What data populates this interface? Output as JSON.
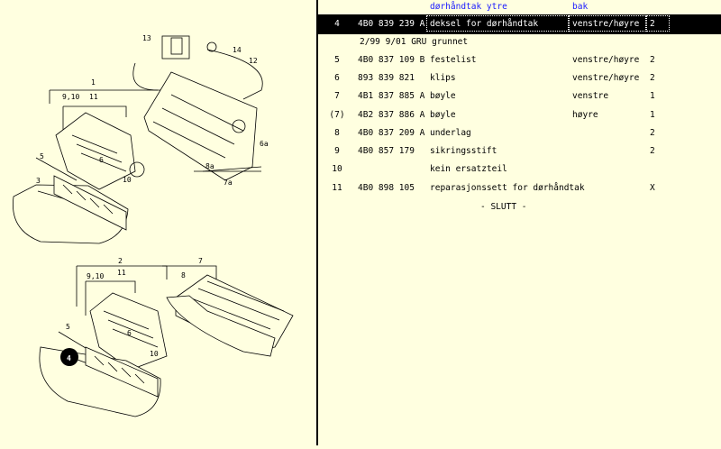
{
  "diagram": {
    "callouts": {
      "c1": "1",
      "c2": "2",
      "c3": "3",
      "c4": "4",
      "c5a": "5",
      "c5b": "5",
      "c6a": "6",
      "c6b": "6",
      "c6a_label": "6a",
      "c7": "7",
      "c7a": "7a",
      "c8": "8",
      "c8a": "8a",
      "c910a": "9,10",
      "c910b": "9,10",
      "c10a": "10",
      "c10b": "10",
      "c11a": "11",
      "c11b": "11",
      "c12": "12",
      "c13": "13",
      "c14": "14"
    }
  },
  "header": {
    "title": "dørhåndtak ytre",
    "remark": "bak"
  },
  "rows": [
    {
      "pos": "4",
      "num": "4B0 839 239 A",
      "desc": "deksel for dørhåndtak",
      "rem": "venstre/høyre",
      "qty": "2"
    },
    {
      "pos": "5",
      "num": "4B0 837 109 B",
      "desc": "festelist",
      "rem": "venstre/høyre",
      "qty": "2"
    },
    {
      "pos": "6",
      "num": "893 839 821",
      "desc": "klips",
      "rem": "venstre/høyre",
      "qty": "2"
    },
    {
      "pos": "7",
      "num": "4B1 837 885 A",
      "desc": "bøyle",
      "rem": "venstre",
      "qty": "1"
    },
    {
      "pos": "(7)",
      "num": "4B2 837 886 A",
      "desc": "bøyle",
      "rem": "høyre",
      "qty": "1"
    },
    {
      "pos": "8",
      "num": "4B0 837 209 A",
      "desc": "underlag",
      "rem": "",
      "qty": "2"
    },
    {
      "pos": "9",
      "num": "4B0 857 179",
      "desc": "sikringsstift",
      "rem": "",
      "qty": "2"
    },
    {
      "pos": "10",
      "num": "",
      "desc": "kein ersatzteil",
      "rem": "",
      "qty": ""
    },
    {
      "pos": "11",
      "num": "4B0 898 105",
      "desc": "reparasjonssett for dørhåndtak",
      "rem": "",
      "qty": "X"
    }
  ],
  "subline": "2/99  9/01 GRU grunnet",
  "end_marker": "- SLUTT -"
}
